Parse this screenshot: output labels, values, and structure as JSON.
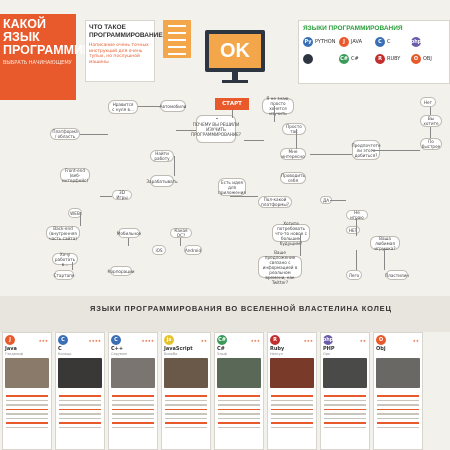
{
  "title": {
    "main": "Какой язык программирования",
    "sub": "ВЫБРАТЬ НАЧИНАЮЩЕМУ"
  },
  "question": {
    "heading": "ЧТО ТАКОЕ ПРОГРАММИРОВАНИЕ?",
    "answer": "Написание очень точных инструкций для очень тупых, но послушной машины"
  },
  "ok_label": "OK",
  "start_label": "СТАРТ",
  "languages_panel": {
    "heading": "ЯЗЫКИ ПРОГРАММИРОВАНИЯ",
    "items": [
      {
        "label": "PYTHON",
        "glyph": "Py",
        "color": "#3a6fb5"
      },
      {
        "label": "JAVA",
        "glyph": "J",
        "color": "#e85a2c"
      },
      {
        "label": "C",
        "glyph": "C",
        "color": "#3a6fb5"
      },
      {
        "label": "",
        "glyph": "php",
        "color": "#6b5ba8"
      },
      {
        "label": "",
        "glyph": "",
        "color": "#2d3540"
      },
      {
        "label": "C#",
        "glyph": "C#",
        "color": "#3a9a5a"
      },
      {
        "label": "RUBY",
        "glyph": "R",
        "color": "#c22d2d"
      },
      {
        "label": "OBJ",
        "glyph": "O",
        "color": "#e85a2c"
      }
    ]
  },
  "flow_nodes": [
    {
      "text": "Нравится с нуля в...",
      "w": 30
    },
    {
      "text": "Автомобили",
      "w": 26
    },
    {
      "text": "Платформа / область",
      "w": 30
    },
    {
      "text": "Найти работу",
      "w": 24
    },
    {
      "text": "Зарабатывать",
      "w": 24
    },
    {
      "text": "ПОЧЕМУ ВЫ РЕШИЛИ ИЗУЧИТЬ ПРОГРАММИРОВАНИЕ?",
      "w": 40
    },
    {
      "text": "Я не знаю, просто хочется изучить",
      "w": 32
    },
    {
      "text": "Просто так",
      "w": 24
    },
    {
      "text": "Мне интересно",
      "w": 26
    },
    {
      "text": "Есть идея для приложения",
      "w": 28
    },
    {
      "text": "Предпочтете ли этого добиться?",
      "w": 28
    },
    {
      "text": "Проводить себя",
      "w": 26
    },
    {
      "text": "Нет",
      "w": 16
    },
    {
      "text": "Вы хотите",
      "w": 22
    },
    {
      "text": "По быстрее",
      "w": 22
    },
    {
      "text": "Пол-какой платформы?",
      "w": 34
    },
    {
      "text": "Front-end (веб-интерфейс)",
      "w": 30
    },
    {
      "text": "3D Игры",
      "w": 20
    },
    {
      "text": "WEB",
      "w": 14
    },
    {
      "text": "Back-end (внутренняя часть сайта)",
      "w": 34
    },
    {
      "text": "Мобильное",
      "w": 22
    },
    {
      "text": "Какая ОС?",
      "w": 22
    },
    {
      "text": "iOS",
      "w": 14
    },
    {
      "text": "Android",
      "w": 18
    },
    {
      "text": "Хочу работать в...",
      "w": 26
    },
    {
      "text": "Стартапе",
      "w": 20
    },
    {
      "text": "Корпорации",
      "w": 22
    },
    {
      "text": "Хотите потребовать что-то новое с большим будущим?",
      "w": 38
    },
    {
      "text": "Ваше предложение связано с информацией в реальном времени, как Twitter?",
      "w": 44
    },
    {
      "text": "Не играю",
      "w": 22
    },
    {
      "text": "Ваша любимая игрушка?",
      "w": 30
    },
    {
      "text": "Лего",
      "w": 16
    },
    {
      "text": "Пластилин",
      "w": 22
    },
    {
      "text": "ДА",
      "w": 12
    },
    {
      "text": "НЕТ",
      "w": 14
    }
  ],
  "stripe_heading": "ЯЗЫКИ ПРОГРАММИРОВАНИЯ ВО ВСЕЛЕННОЙ ВЛАСТЕЛИНА КОЛЕЦ",
  "cards": [
    {
      "name": "Java",
      "char": "Гэндальф",
      "glyph": "J",
      "color": "#e85a2c",
      "stars": "★★★",
      "pic": "#8a7a6a"
    },
    {
      "name": "C",
      "char": "Кольцо",
      "glyph": "C",
      "color": "#3a6fb5",
      "stars": "★★★★",
      "pic": "#3a3836"
    },
    {
      "name": "C++",
      "char": "Саруман",
      "glyph": "C",
      "color": "#3a6fb5",
      "stars": "★★★★",
      "pic": "#7a7570"
    },
    {
      "name": "JavaScript",
      "char": "Бильбо",
      "glyph": "js",
      "color": "#e8c22c",
      "stars": "★★",
      "pic": "#6a5848"
    },
    {
      "name": "C#",
      "char": "Эльф",
      "glyph": "C#",
      "color": "#3a9a5a",
      "stars": "★★★",
      "pic": "#5a6858"
    },
    {
      "name": "Ruby",
      "char": "Назгул",
      "glyph": "R",
      "color": "#c22d2d",
      "stars": "★★★",
      "pic": "#7a3a2a"
    },
    {
      "name": "PHP",
      "char": "Орк",
      "glyph": "php",
      "color": "#6b5ba8",
      "stars": "★★",
      "pic": "#4a4a48"
    },
    {
      "name": "Obj",
      "char": "",
      "glyph": "O",
      "color": "#e85a2c",
      "stars": "★★",
      "pic": "#6a6864"
    }
  ]
}
